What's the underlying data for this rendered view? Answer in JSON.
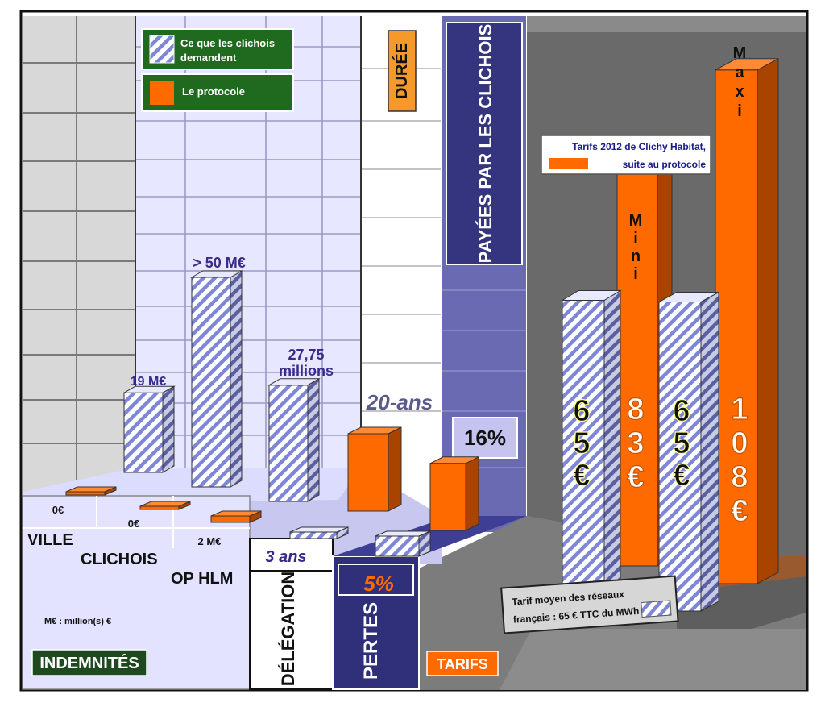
{
  "colors": {
    "orange": "#ff6a00",
    "dark_blue": "#2f2f7a",
    "lavender": "#d6d6ff",
    "stripe_blue": "#7e86d8",
    "green_button": "#1f6a1f",
    "gray_room": "#6b6b6b",
    "text_purple": "#3a2a8c",
    "white": "#ffffff"
  },
  "legend": {
    "demand": "Ce que les clichois demandent",
    "protocol": "Le protocole"
  },
  "labels": {
    "duree": "DURÉE",
    "payees": "PAYÉES PAR LES CLICHOIS",
    "pct16": "16%",
    "pct5": "5%",
    "ans20": "20-ans",
    "ans3": "3 ans",
    "delegation": "DÉLÉGATION",
    "pertes": "PERTES",
    "indemnites": "INDEMNITÉS",
    "tarifs": "TARIFS",
    "ville": "VILLE",
    "clichois": "CLICHOIS",
    "ophlm": "OP HLM",
    "ville_val": "0€",
    "clichois_val": "0€",
    "ophlm_val": "2 M€",
    "unit_note": "M€ : million(s) €",
    "tarifs2012": "Tarifs 2012 de Clichy Habitat, suite au protocole",
    "tarifs2012_l1": "Tarifs 2012 de Clichy Habitat,",
    "tarifs2012_l2": "suite au protocole",
    "tarif_moyen_l1": "Tarif moyen des réseaux",
    "tarif_moyen_l2": "français : 65 € TTC du MWh",
    "mini": "Mini",
    "maxi": "Maxi",
    "v19": "19 M€",
    "v50": "> 50 M€",
    "v2775_l1": "27,75",
    "v2775_l2": "millions"
  },
  "chart_data": [
    {
      "type": "bar",
      "title": "INDEMNITÉS",
      "categories": [
        "VILLE",
        "CLICHOIS",
        "OP HLM"
      ],
      "series": [
        {
          "name": "Ce que les clichois demandent",
          "values": [
            19,
            50,
            27.75
          ]
        },
        {
          "name": "Le protocole",
          "values": [
            0,
            0,
            2
          ]
        }
      ],
      "data_labels": [
        "19 M€",
        "> 50 M€",
        "27,75 millions",
        "0€",
        "0€",
        "2 M€"
      ]
    },
    {
      "type": "bar",
      "title": "DURÉE",
      "categories": [
        "DÉLÉGATION"
      ],
      "series": [
        {
          "name": "Ce que les clichois demandent",
          "values": [
            3
          ]
        },
        {
          "name": "Le protocole",
          "values": [
            20
          ]
        }
      ],
      "data_labels": [
        "3 ans",
        "20-ans"
      ]
    },
    {
      "type": "bar",
      "title": "PAYÉES PAR LES CLICHOIS",
      "categories": [
        "PERTES"
      ],
      "series": [
        {
          "name": "Ce que les clichois demandent",
          "values": [
            5
          ]
        },
        {
          "name": "Le protocole",
          "values": [
            16
          ]
        }
      ],
      "data_labels": [
        "5%",
        "16%"
      ]
    },
    {
      "type": "bar",
      "title": "TARIFS",
      "categories": [
        "Mini",
        "Maxi"
      ],
      "series": [
        {
          "name": "Tarif moyen des réseaux français : 65 € TTC du MWh",
          "values": [
            65,
            65
          ]
        },
        {
          "name": "Tarifs 2012 de Clichy Habitat, suite au protocole",
          "values": [
            83,
            108
          ]
        }
      ],
      "data_labels": [
        "65€",
        "83€",
        "65€",
        "108€"
      ]
    }
  ]
}
